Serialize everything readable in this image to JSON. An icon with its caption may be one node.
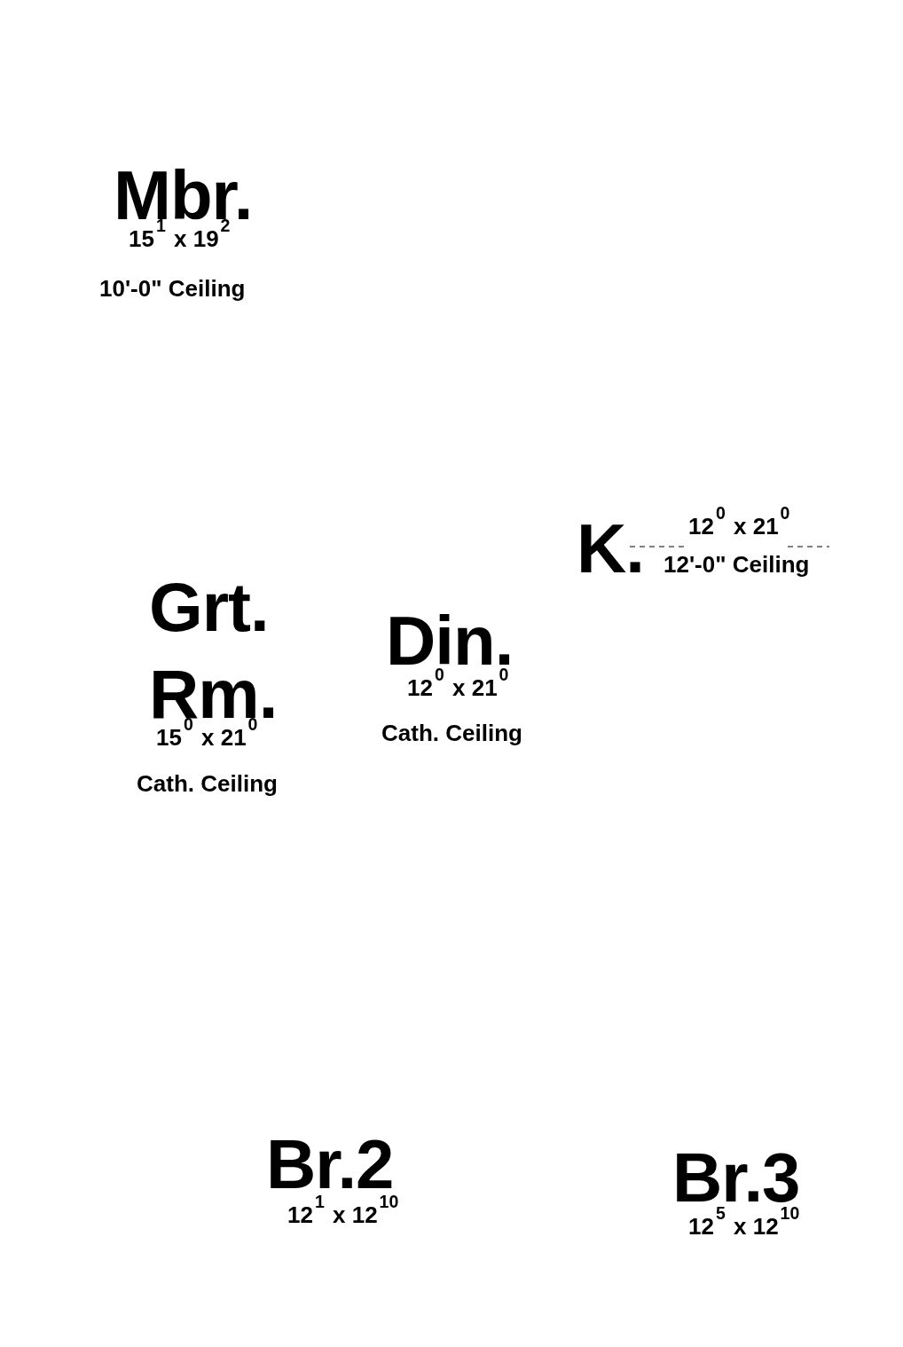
{
  "diagram": {
    "labels": [
      "Mbr.",
      "15$^{1}$ x 19$^{2}$",
      "10'-0\" Ceiling",
      "K.",
      "12$^{0}$ x 21$^{0}$",
      "12'-0\" Ceiling",
      "Grt. Rm.",
      "15$^{0}$ x 21$^{0}$",
      "Cath. Ceiling",
      "Din.",
      "12$^{0}$ x 21$^{0}$",
      "Cath. Ceiling",
      "Br.2",
      "12$^{1}$ x 12$^{10}$",
      "Br.3",
      "12$^{5}$ x 12$^{10}$"
    ]
  }
}
